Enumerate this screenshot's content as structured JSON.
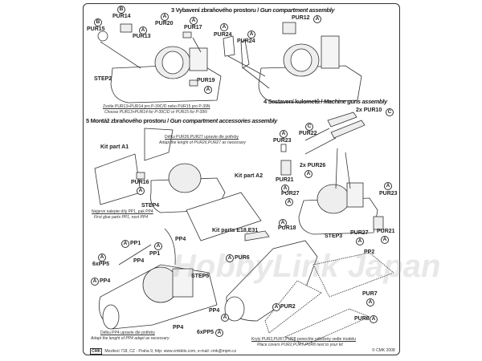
{
  "sections": {
    "s3": {
      "num": "3",
      "cz": "Vybavení zbraňového prostoru / ",
      "en": "Gun compartment assembly"
    },
    "s4": {
      "num": "4",
      "cz": "Sestavení kulometů / ",
      "en": "Machine guns assembly"
    },
    "s5": {
      "num": "5",
      "cz": "Montáž zbraňového prostoru / ",
      "en": "Gun compartment accessories assembly"
    }
  },
  "labels": [
    "PUR14",
    "PUR15",
    "PUR13",
    "PUR20",
    "PUR17",
    "PUR24",
    "PUR24",
    "PUR12",
    "STEP2",
    "PUR19",
    "2x PUR10",
    "PUR22",
    "PUR23",
    "Kit part A1",
    "PUR16",
    "Kit part A2",
    "2x PUR26",
    "PUR21",
    "PUR23",
    "PUR27",
    "STEP4",
    "Kit parts E18,E31",
    "PUR18",
    "STEP3",
    "PUR27",
    "PUR21",
    "PP1",
    "PP4",
    "PP1",
    "PP4",
    "6xPP5",
    "STEP5",
    "PP4",
    "PUR6",
    "PP2",
    "PUR7",
    "PUR2",
    "PP4",
    "PUR8",
    "PP4",
    "6xPP5"
  ],
  "circles": [
    "B",
    "B",
    "A",
    "A",
    "A",
    "A",
    "A",
    "A",
    "A",
    "C",
    "C",
    "A",
    "A",
    "A",
    "A",
    "A",
    "A",
    "A",
    "A",
    "A",
    "A",
    "A",
    "A",
    "A",
    "A",
    "A",
    "A",
    "A",
    "A",
    "A"
  ],
  "notes": {
    "n1_cz": "Zvolte PUR13+PUR14 pro P-39C/D nebo PUR15 pro P-39N",
    "n1_en": "Choose PUR13+PUR14 for P-39C/D or PUR15 for P-39N",
    "n2_cz": "Délku PUR26,PUR27 upravte dle potřeby",
    "n2_en": "Adapt the lenght of PUR26,PUR27  as necessary",
    "n3_cz": "Nejprve nalepte díly PP1, pak PP4",
    "n3_en": "First glue parts PP1, next PP4",
    "n4_cz": "Délku PP4 upravte dle potřeby",
    "n4_en": "Adapt the lenght of PP4 adapt as necessary",
    "n5_cz": "Kryty PUR2,PUR7,PUR8 ponechte odloženy vedle modelu",
    "n5_en": "Place covers PUR2,PUR7,PUR8 next to your kit"
  },
  "footer": {
    "logo": "CMK",
    "address": "Mezilesí 718, CZ - Praha 9,  http: www.cmkkits.com, e-mail: cmk@mpm.cz",
    "copyright": "© CMK 2008"
  },
  "watermark": "HobbyLink Japan"
}
